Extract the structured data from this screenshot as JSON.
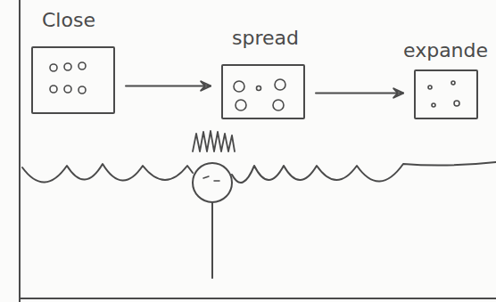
{
  "diagram": {
    "nodes": [
      {
        "text": [
          "Close"
        ]
      },
      {
        "text": [
          "spread"
        ]
      },
      {
        "text": [
          "expande"
        ]
      }
    ],
    "edges": [
      {
        "from": 0,
        "to": 1,
        "arrow": "to"
      },
      {
        "from": 1,
        "to": 2,
        "arrow": "to"
      }
    ]
  }
}
